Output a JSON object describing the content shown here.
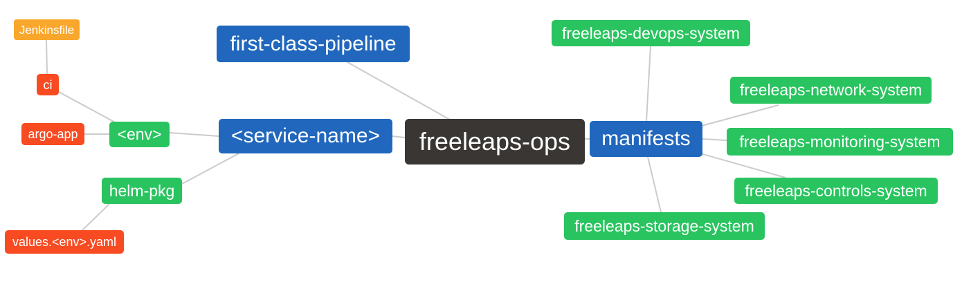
{
  "diagram": {
    "type": "mindmap",
    "root_id": "freeleaps_ops"
  },
  "colors": {
    "background": "#ffffff",
    "text": "#ffffff",
    "edge": "#cbcbcb",
    "dark": "#3a3633",
    "blue": "#2067bd",
    "green": "#29c45f",
    "red": "#f84b22",
    "orange": "#f9a72c"
  },
  "nodes": {
    "freeleaps_ops": {
      "label": "freeleaps-ops",
      "level": 0,
      "color": "dark"
    },
    "first_class_pipeline": {
      "label": "first-class-pipeline",
      "level": 1,
      "color": "blue"
    },
    "service_name": {
      "label": "<service-name>",
      "level": 1,
      "color": "blue"
    },
    "manifests": {
      "label": "manifests",
      "level": 1,
      "color": "blue"
    },
    "env": {
      "label": "<env>",
      "level": 2,
      "color": "green"
    },
    "helm_pkg": {
      "label": "helm-pkg",
      "level": 2,
      "color": "green"
    },
    "ci": {
      "label": "ci",
      "level": 3,
      "color": "red"
    },
    "argo_app": {
      "label": "argo-app",
      "level": 3,
      "color": "red"
    },
    "values_env_yaml": {
      "label": "values.<env>.yaml",
      "level": 3,
      "color": "red"
    },
    "jenkinsfile": {
      "label": "Jenkinsfile",
      "level": 4,
      "color": "orange"
    },
    "devops_system": {
      "label": "freeleaps-devops-system",
      "level": 2,
      "color": "green"
    },
    "network_system": {
      "label": "freeleaps-network-system",
      "level": 2,
      "color": "green"
    },
    "monitoring_system": {
      "label": "freeleaps-monitoring-system",
      "level": 2,
      "color": "green"
    },
    "controls_system": {
      "label": "freeleaps-controls-system",
      "level": 2,
      "color": "green"
    },
    "storage_system": {
      "label": "freeleaps-storage-system",
      "level": 2,
      "color": "green"
    }
  },
  "edges": [
    [
      "freeleaps_ops",
      "first_class_pipeline"
    ],
    [
      "freeleaps_ops",
      "service_name"
    ],
    [
      "freeleaps_ops",
      "manifests"
    ],
    [
      "service_name",
      "env"
    ],
    [
      "service_name",
      "helm_pkg"
    ],
    [
      "env",
      "ci"
    ],
    [
      "env",
      "argo_app"
    ],
    [
      "ci",
      "jenkinsfile"
    ],
    [
      "helm_pkg",
      "values_env_yaml"
    ],
    [
      "manifests",
      "devops_system"
    ],
    [
      "manifests",
      "network_system"
    ],
    [
      "manifests",
      "monitoring_system"
    ],
    [
      "manifests",
      "controls_system"
    ],
    [
      "manifests",
      "storage_system"
    ]
  ]
}
